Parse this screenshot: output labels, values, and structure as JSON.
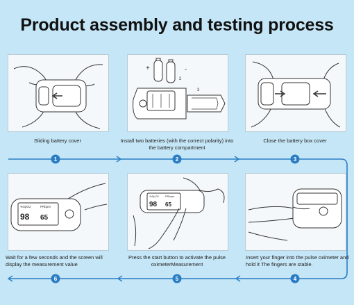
{
  "title": "Product assembly and testing process",
  "steps": [
    {
      "num": "1",
      "caption": "Sliding battery cover"
    },
    {
      "num": "2",
      "caption": "Install two batteries (with the correct polarity) into the battery compartment"
    },
    {
      "num": "3",
      "caption": "Close the battery box cover"
    },
    {
      "num": "4",
      "caption": "Insert your finger into the pulse oximeter and hold it The fingers are stable."
    },
    {
      "num": "5",
      "caption": "Press the start button to activate the pulse oximeterMeasurement"
    },
    {
      "num": "6",
      "caption": "Wait for a few seconds and the screen will display the measurement value"
    }
  ],
  "screen": {
    "left_label": "%SpO2",
    "right_label": "PRbpm",
    "value_left": "98",
    "value_right": "65"
  },
  "diagram": {
    "label_plus": "+",
    "label_minus": "-",
    "label_2": "2",
    "label_3": "3"
  },
  "colors": {
    "background": "#c5e6f6",
    "accent": "#2a7dc4"
  }
}
